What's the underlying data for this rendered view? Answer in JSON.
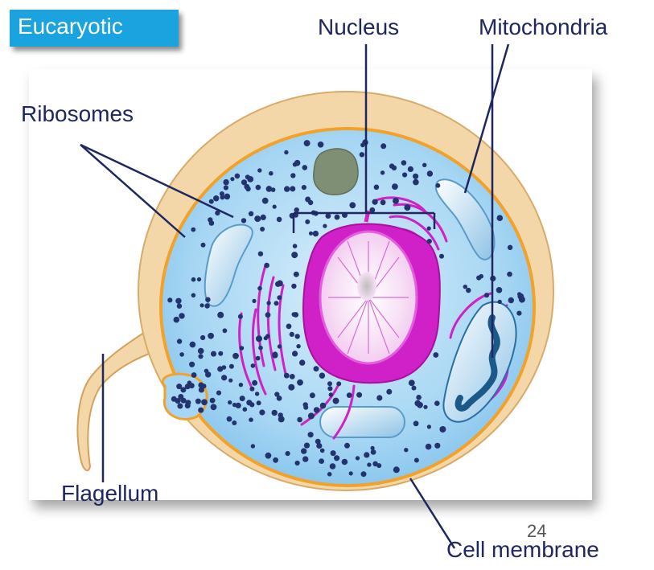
{
  "title": "Eucaryotic",
  "labels": {
    "nucleus": "Nucleus",
    "mitochondria": "Mitochondria",
    "ribosomes": "Ribosomes",
    "flagellum": "Flagellum",
    "cell_membrane": "Cell membrane"
  },
  "page_number": "24",
  "colors": {
    "title_bg": "#1aa3de",
    "label_text": "#1f2760",
    "cell_wall": "#f4d7a8",
    "membrane": "#f2a22a",
    "cytoplasm": "#a6d6f3",
    "ribosome": "#22336e",
    "nucleus_envelope": "#d020c8",
    "nucleus_interior": "#f8e2f6",
    "organelle_blue": "#cfe6f6",
    "vacuole_green": "#7f8f74"
  }
}
